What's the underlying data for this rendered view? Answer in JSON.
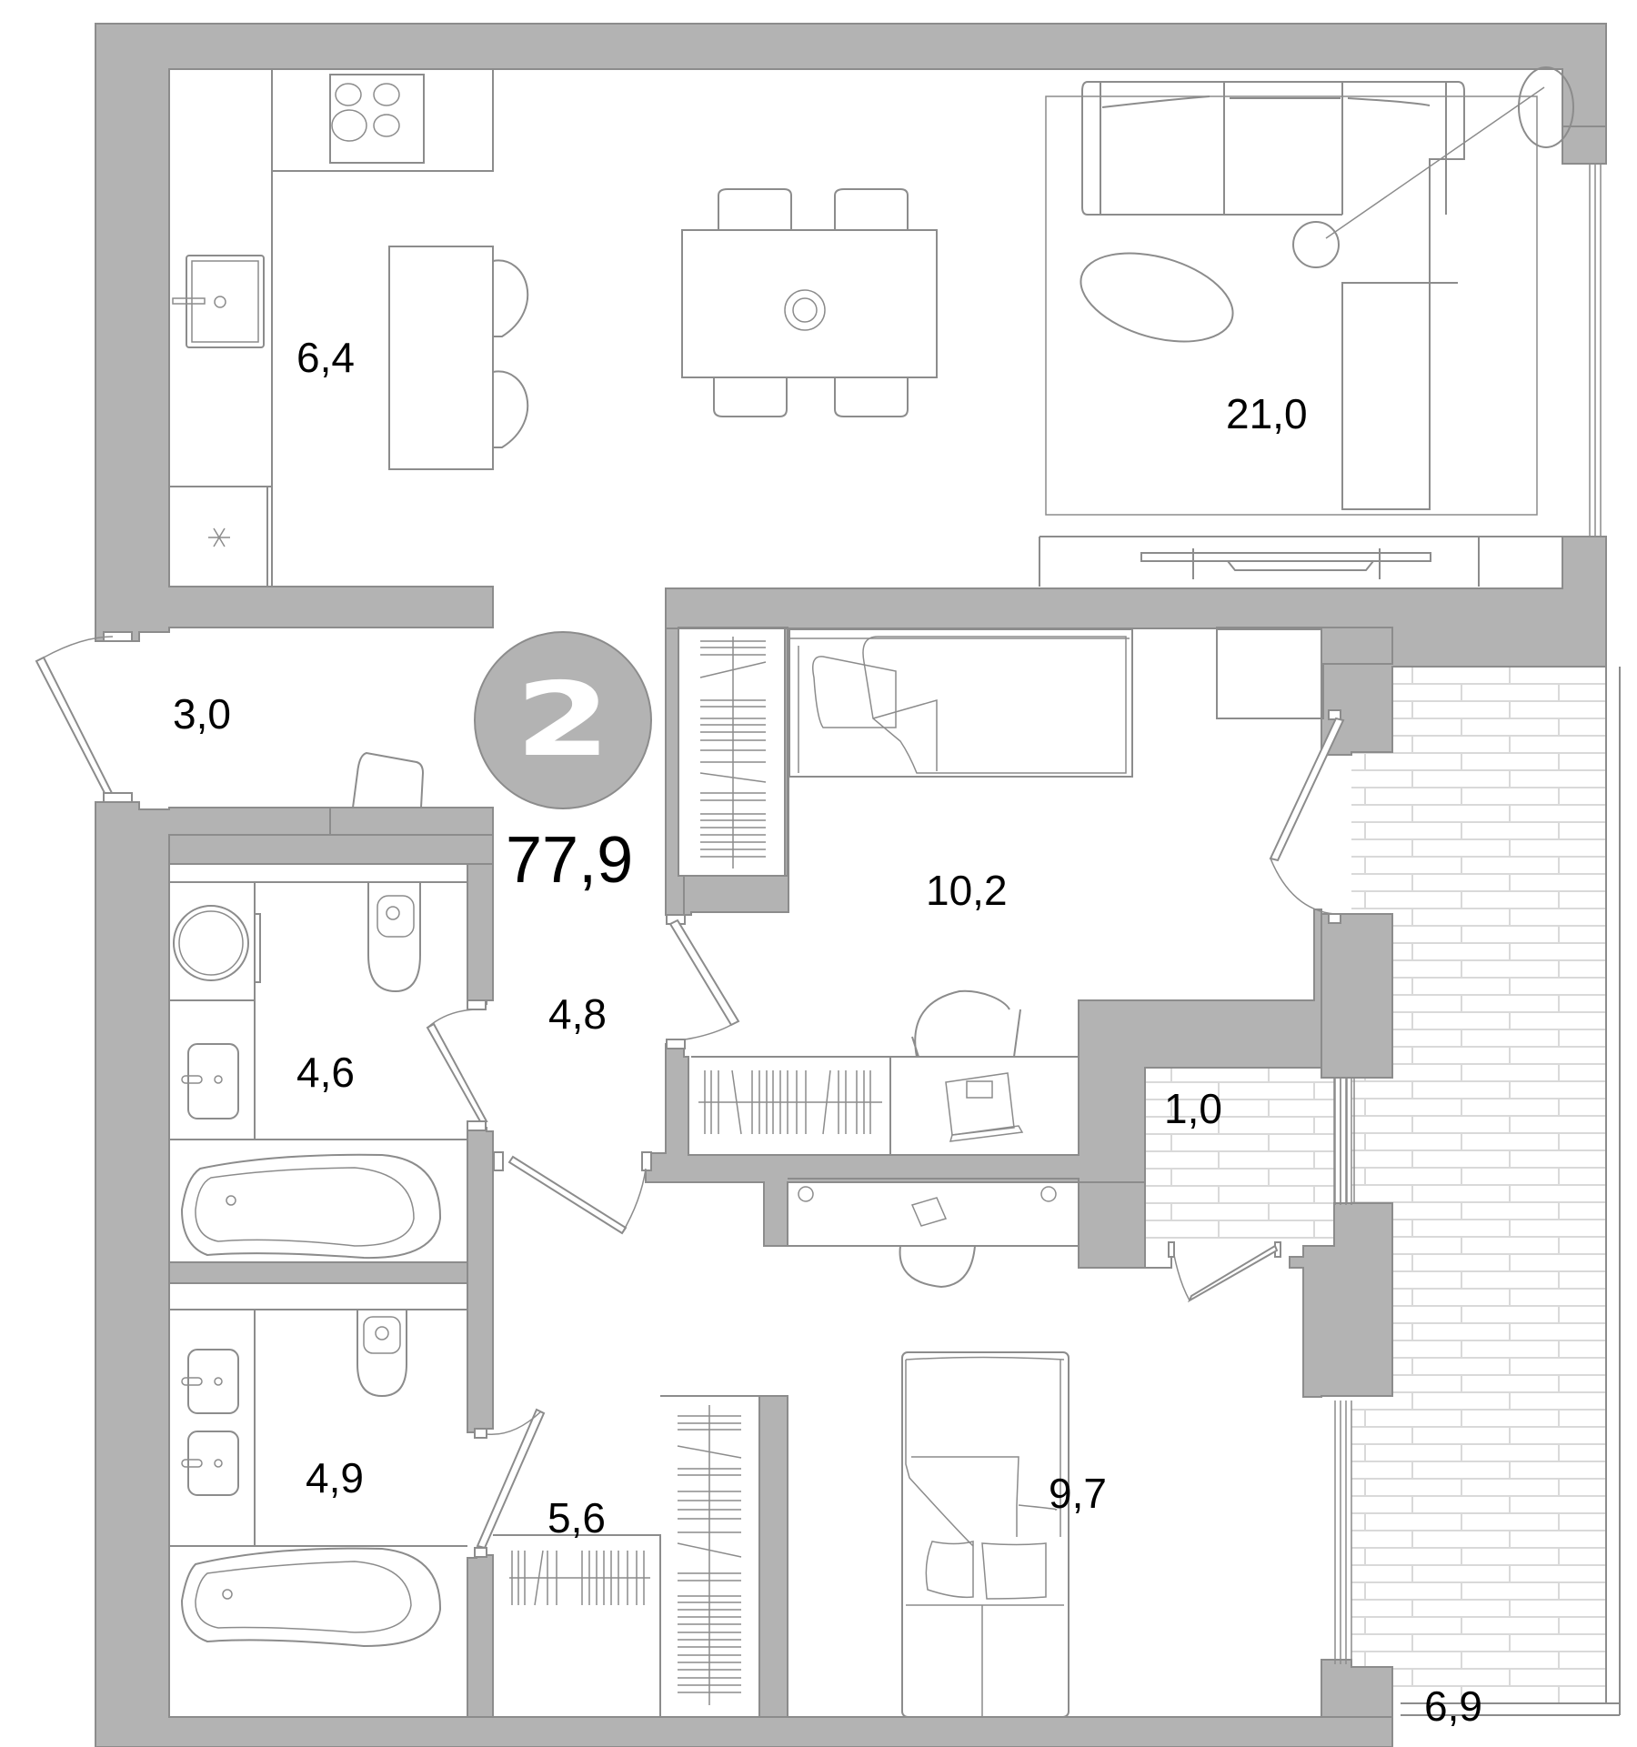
{
  "plan": {
    "rooms_count_badge": "2",
    "total_area": "77,9",
    "colors": {
      "wall": "#b3b3b3",
      "wall_outline": "#8c8c8c",
      "furniture_line": "#8c8c8c",
      "tile_line": "#d9d9d9",
      "background": "#ffffff",
      "text": "#000000",
      "badge_text": "#ffffff"
    },
    "rooms": [
      {
        "id": "kitchen",
        "area": "6,4"
      },
      {
        "id": "living-room",
        "area": "21,0"
      },
      {
        "id": "entry-hall",
        "area": "3,0"
      },
      {
        "id": "corridor",
        "area": "4,8"
      },
      {
        "id": "bedroom-small",
        "area": "10,2"
      },
      {
        "id": "bathroom-1",
        "area": "4,6"
      },
      {
        "id": "loggia-small",
        "area": "1,0"
      },
      {
        "id": "bathroom-2",
        "area": "4,9"
      },
      {
        "id": "dressing-hall",
        "area": "5,6"
      },
      {
        "id": "bedroom-main",
        "area": "9,7"
      },
      {
        "id": "balcony",
        "area": "6,9"
      }
    ],
    "icons": {
      "fridge": "snowflake-icon",
      "stove": "cooktop-icon",
      "sink": "sink-icon"
    }
  }
}
